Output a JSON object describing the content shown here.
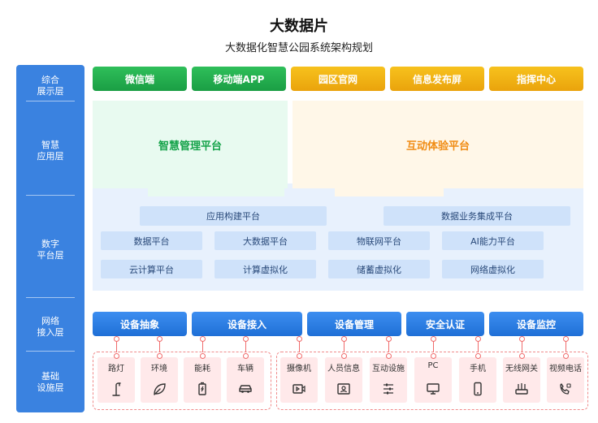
{
  "title": "大数据片",
  "subtitle": "大数据化智慧公园系统架构规划",
  "layers": [
    "综合\n展示层",
    "智慧\n应用层",
    "数字\n平台层",
    "网络\n接入层",
    "基础\n设施层"
  ],
  "top_row": [
    {
      "label": "微信端",
      "color": "#1fa64b"
    },
    {
      "label": "移动端APP",
      "color": "#1fa64b"
    },
    {
      "label": "园区官网",
      "color": "#eea80f"
    },
    {
      "label": "信息发布屏",
      "color": "#eea80f"
    },
    {
      "label": "指挥中心",
      "color": "#eea80f"
    }
  ],
  "app": {
    "left": {
      "label": "智慧管理平台",
      "color": "#16a34a"
    },
    "right": {
      "label": "互动体验平台",
      "color": "#f08c14"
    }
  },
  "digital": {
    "row1": [
      "应用构建平台",
      "数据业务集成平台"
    ],
    "row2": [
      "数据平台",
      "大数据平台",
      "物联网平台",
      "AI能力平台"
    ],
    "row3": [
      "云计算平台",
      "计算虚拟化",
      "储蓄虚拟化",
      "网络虚拟化"
    ]
  },
  "network": [
    "设备抽象",
    "设备接入",
    "设备管理",
    "安全认证",
    "设备监控"
  ],
  "devices": [
    {
      "label": "路灯",
      "icon": "street-lamp-icon"
    },
    {
      "label": "环境",
      "icon": "leaf-icon"
    },
    {
      "label": "能耗",
      "icon": "battery-icon"
    },
    {
      "label": "车辆",
      "icon": "car-icon"
    },
    {
      "label": "摄像机",
      "icon": "video-camera-icon"
    },
    {
      "label": "人员信息",
      "icon": "person-card-icon"
    },
    {
      "label": "互动设施",
      "icon": "sliders-icon"
    },
    {
      "label": "PC",
      "icon": "monitor-icon"
    },
    {
      "label": "手机",
      "icon": "phone-icon"
    },
    {
      "label": "无线网关",
      "icon": "router-icon"
    },
    {
      "label": "视频电话",
      "icon": "video-phone-icon"
    }
  ],
  "colors": {
    "layer": "#3a82e0",
    "network": "#2a7de6",
    "device": "#ffe9ea",
    "line": "#f06b6b"
  }
}
